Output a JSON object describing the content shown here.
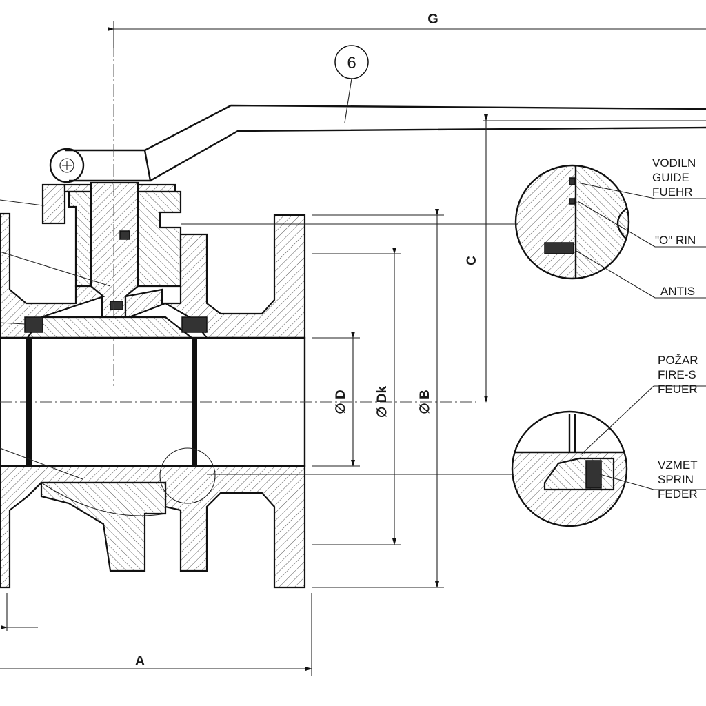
{
  "dimensions": {
    "g": "G",
    "a": "A",
    "c": "C",
    "d": "∅ D",
    "dk": "∅ Dk",
    "b": "∅ B"
  },
  "balloon": "6",
  "detail_top_labels": {
    "guide_line1": "VODILN",
    "guide_line2": "GUIDE",
    "guide_line3": "FUEHR",
    "oring": "\"O\" RIN",
    "antistatic": "ANTIS"
  },
  "detail_bottom_labels": {
    "fire_line1": "POŽAR",
    "fire_line2": "FIRE-S",
    "fire_line3": "FEUER",
    "spring_line1": "VZMET",
    "spring_line2": "SPRIN",
    "spring_line3": "FEDER"
  }
}
